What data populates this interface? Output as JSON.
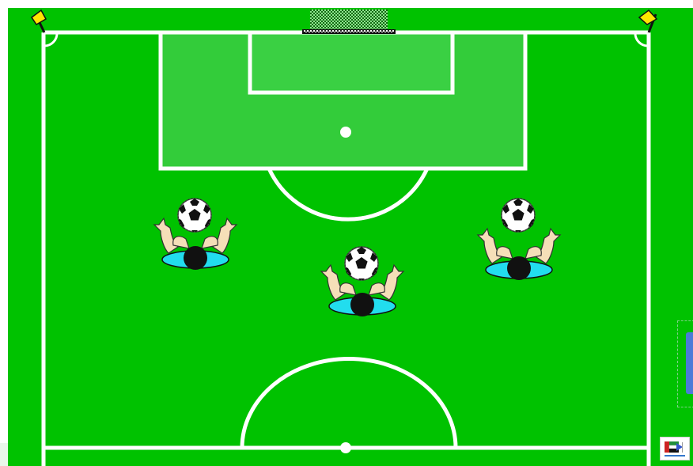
{
  "scene": {
    "icon": "soccer-field-diagram",
    "players": [
      {
        "id": "player-left",
        "icon": "player-top-view",
        "ball": "soccer-ball-icon"
      },
      {
        "id": "player-center",
        "icon": "player-top-view",
        "ball": "soccer-ball-icon"
      },
      {
        "id": "player-right",
        "icon": "player-top-view",
        "ball": "soccer-ball-icon"
      }
    ]
  },
  "colors": {
    "grass": "#00c200",
    "penalty_area": "#33cc3a",
    "goal_area": "#3ad043",
    "lines": "#ffffff",
    "corner_flag": "#ffe600",
    "jersey": "#22ddee",
    "hair": "#111111",
    "skin": "#f5dfb8",
    "side_panel": "#e9f7ea",
    "handle": "#4b7bd8"
  },
  "corner_flags": [
    "flag-top-left-icon",
    "flag-top-right-icon"
  ],
  "goal": {
    "icon": "goal-net-icon"
  },
  "logo": {
    "icon": "flag-logo-icon"
  }
}
